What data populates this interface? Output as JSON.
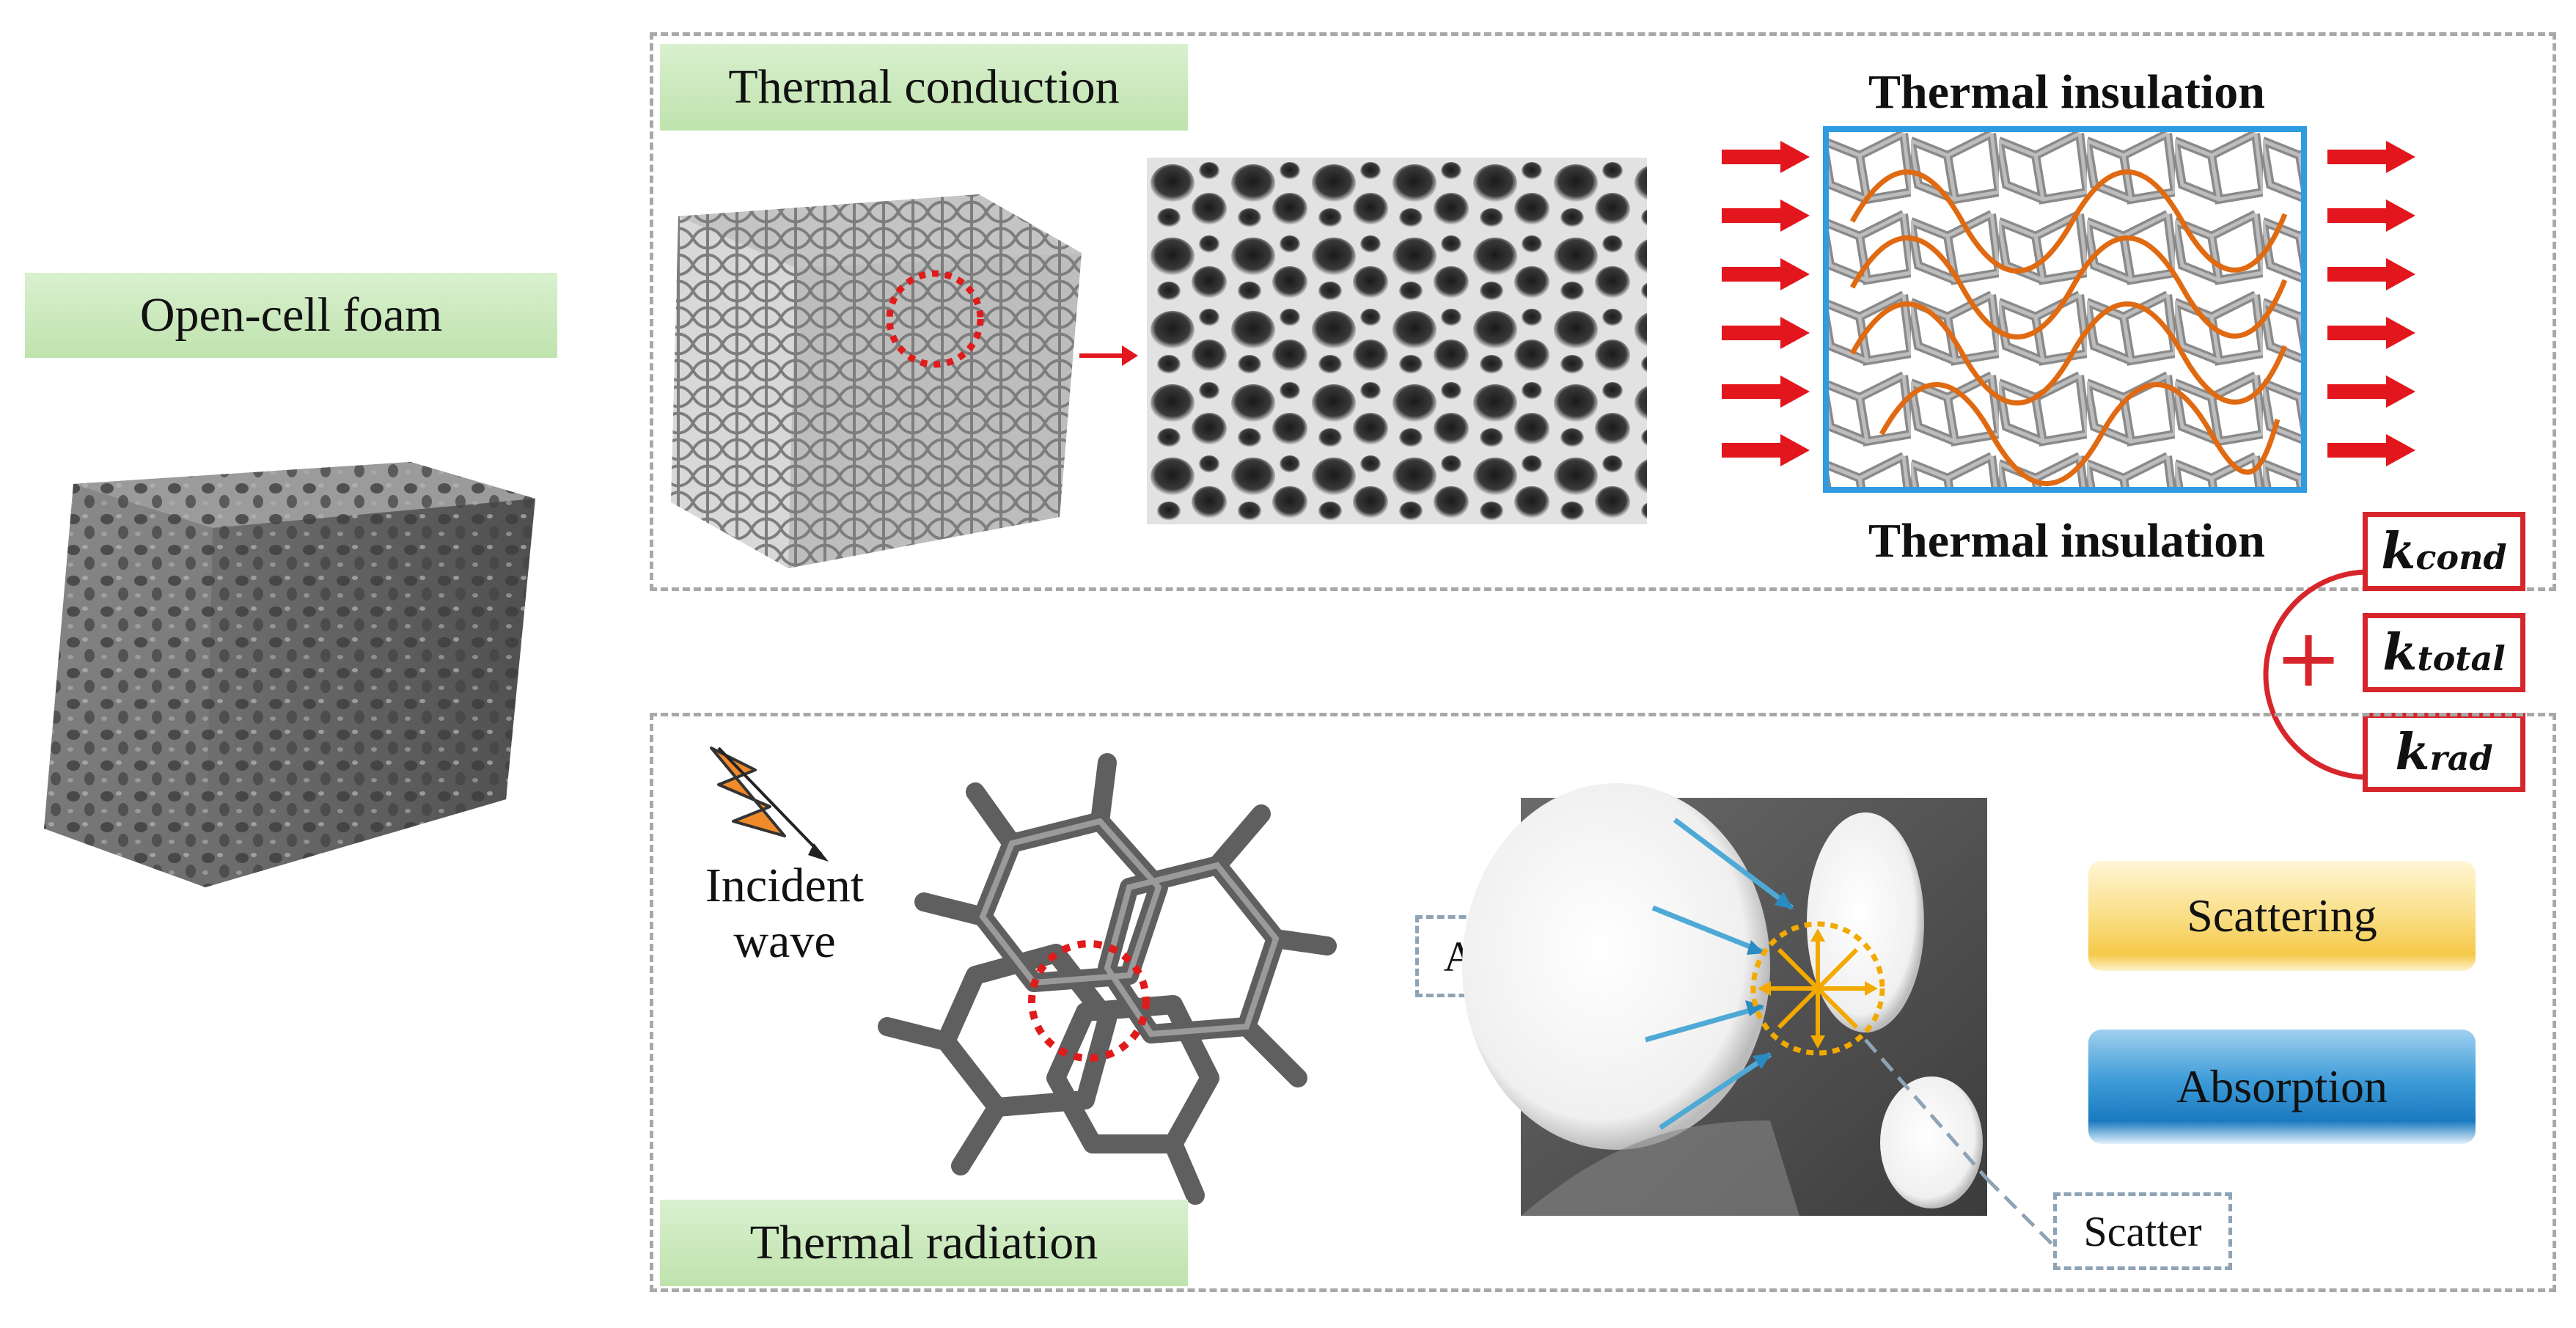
{
  "labels": {
    "open_cell_foam": "Open-cell foam",
    "thermal_conduction": "Thermal conduction",
    "thermal_radiation": "Thermal radiation",
    "thermal_insulation_top": "Thermal insulation",
    "thermal_insulation_bottom": "Thermal insulation",
    "incident_wave_line1": "Incident",
    "incident_wave_line2": "wave",
    "absorb": "Absorb",
    "scatter": "Scatter",
    "scattering": "Scattering",
    "absorption": "Absorption",
    "plus": "+"
  },
  "coefficients": [
    {
      "base": "k",
      "sub": "cond"
    },
    {
      "base": "k",
      "sub": "total"
    },
    {
      "base": "k",
      "sub": "rad"
    }
  ],
  "colors": {
    "label_green": "#c9e8b8",
    "arrow_red": "#e2161c",
    "insulation_frame": "#2f9be0",
    "heat_wave": "#e06a12",
    "k_box_border": "#d7262b",
    "scattering_yellow": "#f7d468",
    "absorption_blue": "#1f86c8",
    "dash_gray": "#a8a8a8",
    "absorb_arrow": "#4ea9d6",
    "scatter_arrow": "#f2a900"
  }
}
